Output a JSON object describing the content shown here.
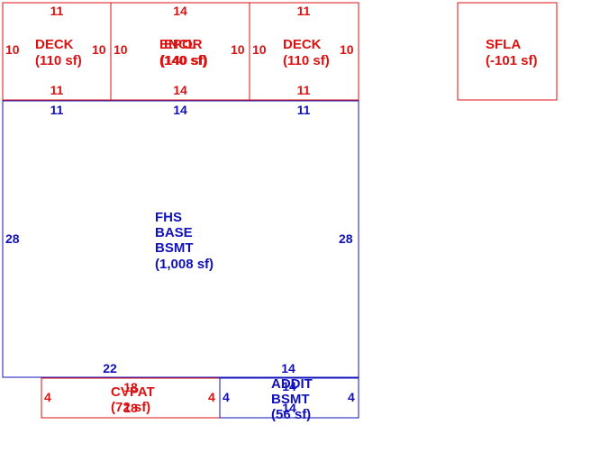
{
  "colors": {
    "red": "#dd1111",
    "blue": "#1111bb"
  },
  "areas": [
    {
      "id": "deck-left",
      "color": "red",
      "lines": [
        "DECK",
        "(110 sf)"
      ],
      "dims": {
        "top": "11",
        "bottom": "11",
        "left": "10",
        "right": "10"
      }
    },
    {
      "id": "encl-porch-overlap",
      "color": "red",
      "lines": [
        "EPOR",
        "(140 sf)"
      ],
      "overlap_lines": [
        "ENCL",
        "(140 sf)"
      ],
      "dims": {
        "top": "14",
        "bottom": "14",
        "left": "10",
        "right": "10"
      }
    },
    {
      "id": "deck-right",
      "color": "red",
      "lines": [
        "DECK",
        "(110 sf)"
      ],
      "dims": {
        "top": "11",
        "bottom": "11",
        "left": "10",
        "right": "10"
      }
    },
    {
      "id": "sfla",
      "color": "red",
      "lines": [
        "SFLA",
        "(-101 sf)"
      ]
    },
    {
      "id": "fhs-base",
      "color": "blue",
      "lines": [
        "FHS",
        "BASE",
        "BSMT",
        "(1,008 sf)"
      ],
      "dims": {
        "top_a": "11",
        "top_b": "14",
        "top_c": "11",
        "left": "28",
        "right": "28",
        "bottom_a": "22",
        "bottom_b": "14"
      }
    },
    {
      "id": "cvpat",
      "color": "red",
      "lines": [
        "CVPAT",
        "(72 sf)"
      ],
      "overlap_lines": [
        "18",
        "18"
      ],
      "dims": {
        "left": "4",
        "right": "4"
      }
    },
    {
      "id": "addit-bsmt",
      "color": "blue",
      "lines": [
        "ADDIT",
        "BSMT",
        "(56 sf)"
      ],
      "overlap_lines": [
        "14",
        "14"
      ],
      "dims": {
        "left": "4",
        "right": "4"
      }
    }
  ]
}
